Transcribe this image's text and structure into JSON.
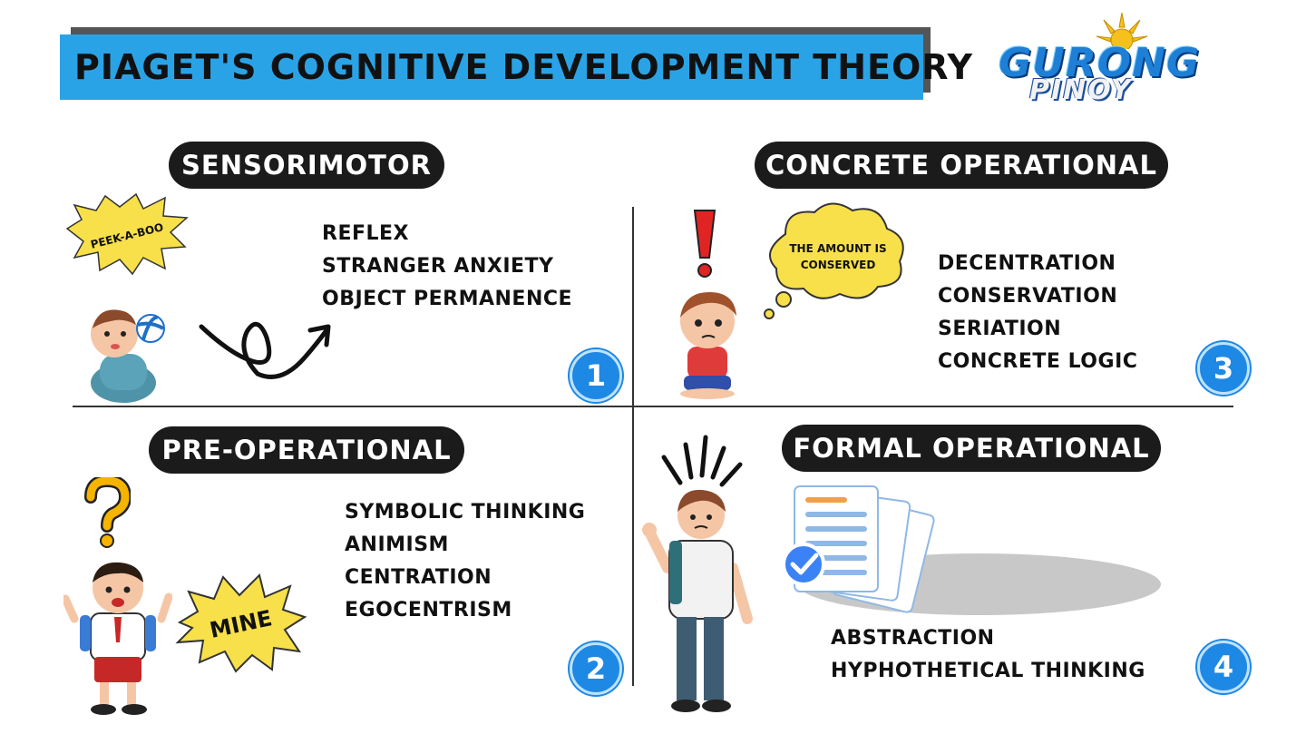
{
  "title": "PIAGET'S COGNITIVE DEVELOPMENT THEORY",
  "logo": {
    "line1": "GURONG",
    "line2": "PINOY"
  },
  "colors": {
    "title_bg": "#2aa3e6",
    "pill_bg": "#1b1b1b",
    "badge": "#1e88e5",
    "burst": "#f7e04a",
    "logo_blue": "#1e7fd6"
  },
  "stages": [
    {
      "number": "1",
      "name": "SENSORIMOTOR",
      "concepts": [
        "REFLEX",
        "STRANGER ANXIETY",
        "OBJECT PERMANENCE"
      ],
      "bubble": "PEEK-A-BOO",
      "icons": [
        "baby-with-ball-icon",
        "loop-arrow-icon"
      ]
    },
    {
      "number": "2",
      "name": "PRE-OPERATIONAL",
      "concepts": [
        "SYMBOLIC THINKING",
        "ANIMISM",
        "CENTRATION",
        "EGOCENTRISM"
      ],
      "bubble": "MINE",
      "icons": [
        "question-mark-icon",
        "schoolboy-icon"
      ]
    },
    {
      "number": "3",
      "name": "CONCRETE OPERATIONAL",
      "concepts": [
        "DECENTRATION",
        "CONSERVATION",
        "SERIATION",
        "CONCRETE LOGIC"
      ],
      "bubble_line1": "THE AMOUNT IS",
      "bubble_line2": "CONSERVED",
      "icons": [
        "exclamation-icon",
        "thinking-boy-icon",
        "thought-bubble-icon"
      ]
    },
    {
      "number": "4",
      "name": "FORMAL OPERATIONAL",
      "concepts": [
        "ABSTRACTION",
        "HYPHOTHETICAL THINKING"
      ],
      "icons": [
        "student-thumbs-up-icon",
        "documents-check-icon"
      ]
    }
  ]
}
